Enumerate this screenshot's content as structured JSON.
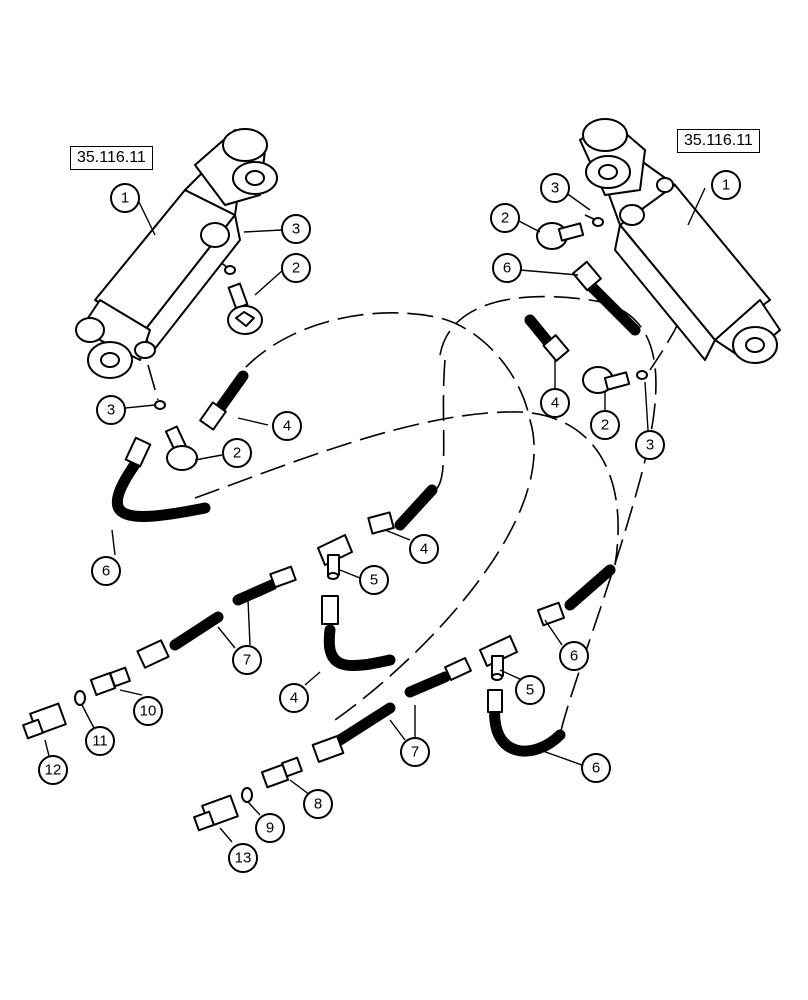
{
  "reference_boxes": {
    "left": "35.116.11",
    "right": "35.116.11"
  },
  "callouts": {
    "c1a": "1",
    "c1b": "1",
    "c2a": "2",
    "c2b": "2",
    "c2c": "2",
    "c2d": "2",
    "c3a": "3",
    "c3b": "3",
    "c3c": "3",
    "c3d": "3",
    "c4a": "4",
    "c4b": "4",
    "c4c": "4",
    "c4d": "4",
    "c5a": "5",
    "c5b": "5",
    "c6a": "6",
    "c6b": "6",
    "c6c": "6",
    "c6d": "6",
    "c7a": "7",
    "c7b": "7",
    "c8": "8",
    "c9": "9",
    "c10": "10",
    "c11": "11",
    "c12": "12",
    "c13": "13"
  }
}
